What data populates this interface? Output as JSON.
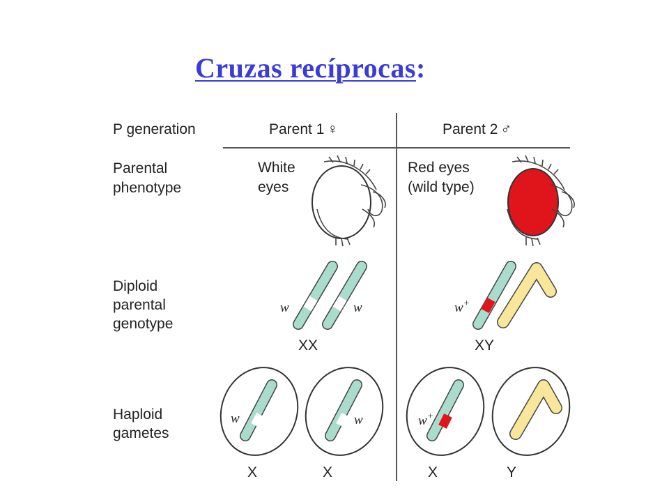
{
  "title": {
    "main": "Cruzas recíprocas",
    "suffix": ":"
  },
  "rows": {
    "p_generation": "P generation",
    "parental_phenotype": [
      "Parental",
      "phenotype"
    ],
    "diploid_genotype": [
      "Diploid",
      "parental",
      "genotype"
    ],
    "haploid_gametes": [
      "Haploid",
      "gametes"
    ]
  },
  "parents": {
    "parent1": {
      "label": "Parent 1",
      "sex_symbol": "♀",
      "phenotype": [
        "White",
        "eyes"
      ],
      "eye_color": "#ffffff",
      "genotype": "XX",
      "allele": "w",
      "gametes": [
        "X",
        "X"
      ]
    },
    "parent2": {
      "label": "Parent 2",
      "sex_symbol": "♂",
      "phenotype": [
        "Red eyes",
        "(wild type)"
      ],
      "eye_color": "#e0141b",
      "genotype": "XY",
      "allele": "w+",
      "gametes": [
        "X",
        "Y"
      ]
    }
  },
  "colors": {
    "title": "#3b3bd8",
    "x_chromosome": "#a9dccd",
    "y_chromosome": "#f8e79a",
    "red_band": "#e0141b",
    "line": "#555555"
  }
}
